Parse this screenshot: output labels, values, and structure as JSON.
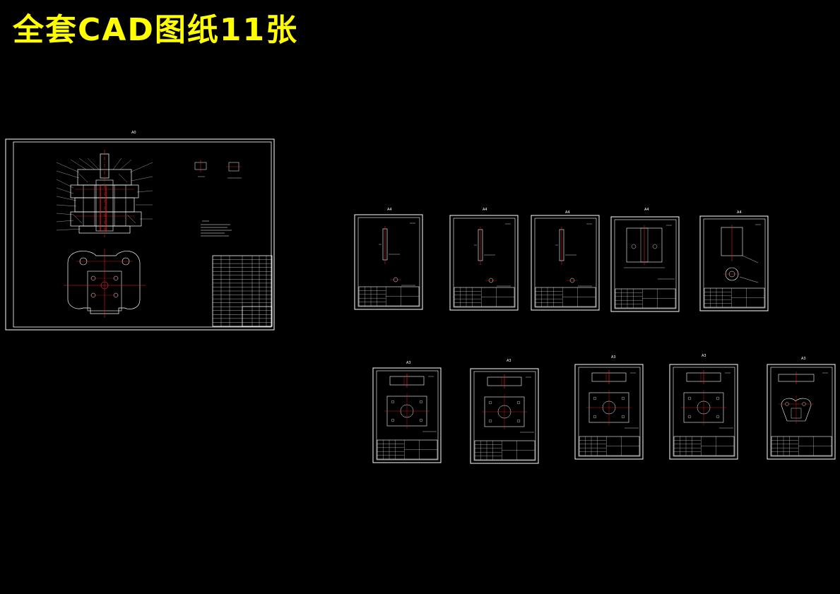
{
  "header": {
    "title": "全套CAD图纸11张"
  },
  "sheets": [
    {
      "id": "assembly",
      "label": "A0",
      "kind": "assembly"
    },
    {
      "id": "s1",
      "label": "A4",
      "kind": "part-rod"
    },
    {
      "id": "s2",
      "label": "A4",
      "kind": "part-rod"
    },
    {
      "id": "s3",
      "label": "A4",
      "kind": "part-rod"
    },
    {
      "id": "s4",
      "label": "A4",
      "kind": "part-block"
    },
    {
      "id": "s5",
      "label": "A4",
      "kind": "part-punch"
    },
    {
      "id": "s6",
      "label": "A3",
      "kind": "part-plate"
    },
    {
      "id": "s7",
      "label": "A3",
      "kind": "part-plate"
    },
    {
      "id": "s8",
      "label": "A3",
      "kind": "part-plate"
    },
    {
      "id": "s9",
      "label": "A3",
      "kind": "part-plate"
    },
    {
      "id": "s10",
      "label": "A3",
      "kind": "part-flange"
    }
  ],
  "colors": {
    "background": "#000000",
    "title": "#ffff00",
    "line": "#ffffff",
    "accent": "#ff0000"
  }
}
